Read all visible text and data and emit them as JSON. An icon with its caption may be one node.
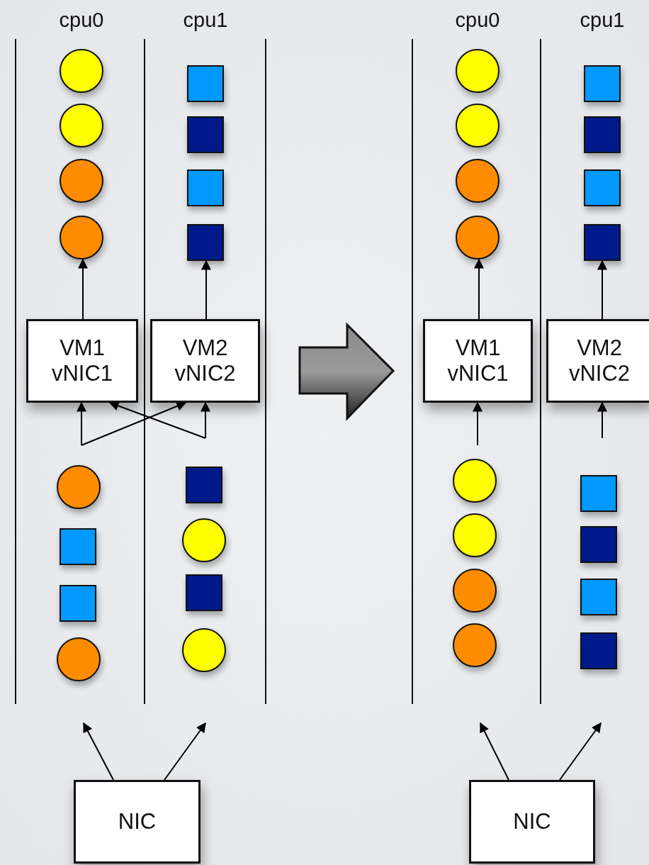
{
  "diagram": {
    "nodes": [
      {
        "text": [],
        "shape": "circle"
      },
      {
        "text": [],
        "shape": "circle"
      },
      {
        "text": [],
        "shape": "circle"
      },
      {
        "text": [],
        "shape": "circle"
      },
      {
        "text": [],
        "shape": "box"
      },
      {
        "text": [],
        "shape": "box"
      },
      {
        "text": [],
        "shape": "box"
      },
      {
        "text": [],
        "shape": "box"
      },
      {
        "text": [
          "VM1 vNIC1"
        ]
      },
      {
        "text": [
          "VM2 vNIC2"
        ]
      },
      {
        "text": [],
        "shape": "circle"
      },
      {
        "text": [],
        "shape": "box"
      },
      {
        "text": [],
        "shape": "box"
      },
      {
        "text": [],
        "shape": "circle"
      },
      {
        "text": [],
        "shape": "box"
      },
      {
        "text": [],
        "shape": "circle"
      },
      {
        "text": [],
        "shape": "box"
      },
      {
        "text": [],
        "shape": "circle"
      },
      {
        "text": [
          "NIC"
        ]
      },
      {
        "text": [],
        "shape": "circle"
      },
      {
        "text": [],
        "shape": "circle"
      },
      {
        "text": [],
        "shape": "circle"
      },
      {
        "text": [],
        "shape": "circle"
      },
      {
        "text": [],
        "shape": "box"
      },
      {
        "text": [],
        "shape": "box"
      },
      {
        "text": [],
        "shape": "box"
      },
      {
        "text": [],
        "shape": "box"
      },
      {
        "text": [
          "VM1 vNIC1"
        ]
      },
      {
        "text": [
          "VM2 vNIC2"
        ]
      },
      {
        "text": [],
        "shape": "circle"
      },
      {
        "text": [],
        "shape": "circle"
      },
      {
        "text": [],
        "shape": "circle"
      },
      {
        "text": [],
        "shape": "circle"
      },
      {
        "text": [],
        "shape": "box"
      },
      {
        "text": [],
        "shape": "box"
      },
      {
        "text": [],
        "shape": "box"
      },
      {
        "text": [],
        "shape": "box"
      },
      {
        "text": [
          "NIC"
        ]
      }
    ],
    "edges": [
      {
        "from": 8,
        "to": 3,
        "arrow": "to"
      },
      {
        "from": 9,
        "to": 7,
        "arrow": "to"
      },
      {
        "from": null,
        "to": 8,
        "arrow": "to"
      },
      {
        "from": null,
        "to": 9,
        "arrow": "to"
      },
      {
        "from": null,
        "to": 9,
        "arrow": "to"
      },
      {
        "from": null,
        "to": 8,
        "arrow": "to"
      },
      {
        "from": 18,
        "to": null,
        "arrow": "to"
      },
      {
        "from": 18,
        "to": null,
        "arrow": "to"
      },
      {
        "from": 27,
        "to": 22,
        "arrow": "to"
      },
      {
        "from": 28,
        "to": 26,
        "arrow": "to"
      },
      {
        "from": null,
        "to": 27,
        "arrow": "to"
      },
      {
        "from": null,
        "to": 28,
        "arrow": "to"
      },
      {
        "from": 37,
        "to": null,
        "arrow": "to"
      },
      {
        "from": 37,
        "to": null,
        "arrow": "to"
      }
    ],
    "labels": [
      "cpu0",
      "cpu1",
      "cpu0",
      "cpu1"
    ]
  }
}
